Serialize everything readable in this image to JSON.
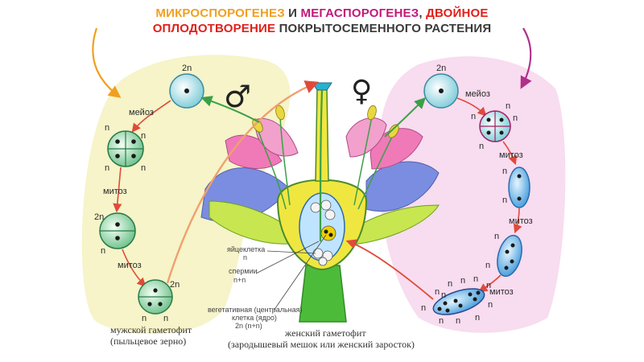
{
  "title": {
    "microsporogenesis": "МИКРОСПОРОГЕНЕЗ",
    "and": " И ",
    "megasporogenesis": "МЕГАСПОРОГЕНЕЗ",
    "comma": ",",
    "double_word": " ДВОЙНОЕ",
    "fertilization": "ОПЛОДОТВОРЕНИЕ",
    "plant": " ПОКРЫТОСЕМЕННОГО РАСТЕНИЯ"
  },
  "colors": {
    "male_zone": "#f6f4c8",
    "female_zone": "#f8dcef",
    "cell": "#bfe8ee",
    "cell_green": "#bfe6c6",
    "cell_blue": "#5ab4e6",
    "nucleus": "#1a1a1a",
    "arrow_red": "#e04a3a",
    "arrow_green": "#3aa048",
    "arrow_orange": "#f0a020",
    "arrow_magenta": "#b0308a"
  },
  "symbols": {
    "male": "♂",
    "female": "♀"
  },
  "male_side": {
    "ploidy_2n_top": "2n",
    "meiosis": "мейоз",
    "n_labels": [
      "n",
      "n",
      "n",
      "n"
    ],
    "mitosis_1": "митоз",
    "ploidy_2n_mid": "2n",
    "n_mid": "n",
    "mitosis_2": "митоз",
    "ploidy_2n_bottom": "2n",
    "n_bottom": [
      "n",
      "n"
    ],
    "caption_line1": "мужской гаметофит",
    "caption_line2": "(пыльцевое зерно)"
  },
  "female_side": {
    "ploidy_2n_top": "2n",
    "meiosis": "мейоз",
    "n_labels": [
      "n",
      "n",
      "n",
      "n"
    ],
    "mitosis_1": "митоз",
    "n_after_1": [
      "n",
      "n"
    ],
    "mitosis_2": "митоз",
    "n_after_2": [
      "n",
      "n"
    ],
    "mitosis_3": "митоз",
    "n_top_row": [
      "n",
      "n",
      "n"
    ],
    "n_sac": [
      "n",
      "n",
      "n",
      "n",
      "n",
      "n",
      "n",
      "n"
    ],
    "caption_line1": "женский гаметофит",
    "caption_line2": "(зародышевый мешок или женский заросток)"
  },
  "center_labels": {
    "egg_cell_1": "яйцеклетка",
    "egg_cell_2": "n",
    "sperm_1": "спермии",
    "sperm_2": "n+n",
    "central_1": "вегетативная (центральная)",
    "central_2": "клетка (ядро)",
    "central_3": "2n (n+n)"
  }
}
